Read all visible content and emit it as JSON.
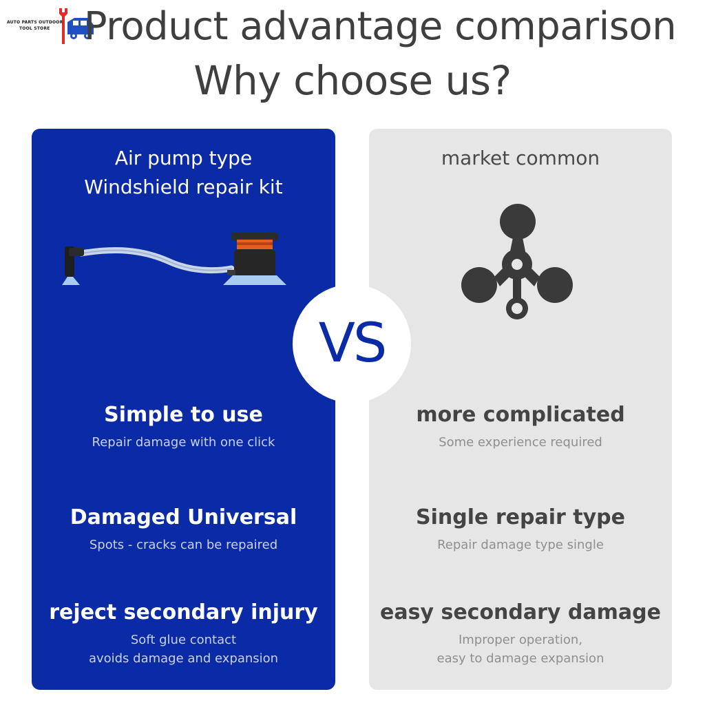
{
  "logo": {
    "line1": "AUTO PARTS OUTDOOR",
    "line2": "TOOL STORE",
    "colors": {
      "wrench": "#e32b2b",
      "car": "#1f4fc0"
    }
  },
  "header": {
    "title_line1": "Product advantage comparison",
    "title_line2": "Why choose us?"
  },
  "vs_label": "VS",
  "left_panel": {
    "color": "#0a2aa6",
    "title_line1": "Air pump type",
    "title_line2": "Windshield repair kit",
    "features": [
      {
        "heading": "Simple to use",
        "sub_line1": "Repair damage with one click",
        "sub_line2": ""
      },
      {
        "heading": "Damaged Universal",
        "sub_line1": "Spots - cracks can be repaired",
        "sub_line2": ""
      },
      {
        "heading": "reject secondary injury",
        "sub_line1": "Soft glue contact",
        "sub_line2": "avoids damage and expansion"
      }
    ]
  },
  "right_panel": {
    "color": "#e6e6e6",
    "title": "market common",
    "features": [
      {
        "heading": "more complicated",
        "sub_line1": "Some experience required",
        "sub_line2": ""
      },
      {
        "heading": "Single repair type",
        "sub_line1": "Repair damage type single",
        "sub_line2": ""
      },
      {
        "heading": "easy secondary damage",
        "sub_line1": "Improper operation,",
        "sub_line2": "easy to damage expansion"
      }
    ]
  }
}
